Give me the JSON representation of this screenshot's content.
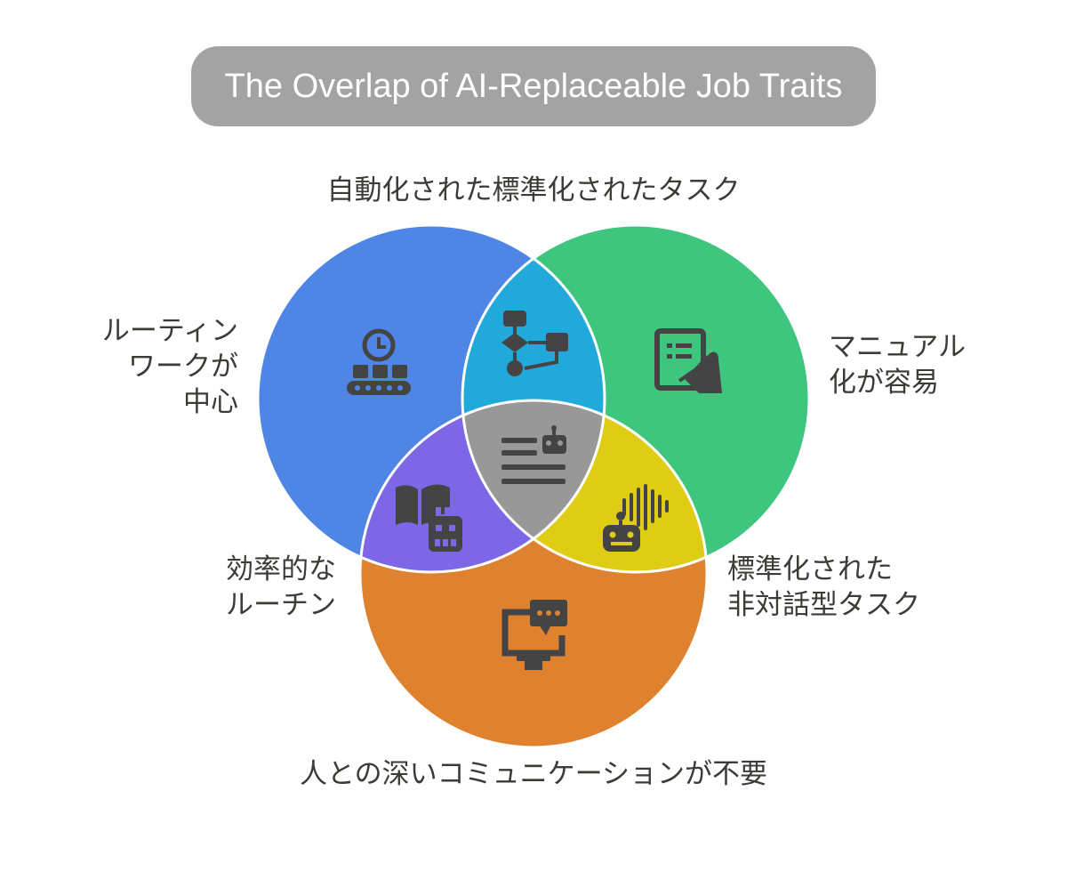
{
  "title": "The Overlap of AI-Replaceable Job Traits",
  "circles": {
    "blue": {
      "color": "#4f86e5"
    },
    "green": {
      "color": "#3ec67f"
    },
    "orange": {
      "color": "#df822f"
    }
  },
  "regions": {
    "blue_green": {
      "color": "#22a9dc"
    },
    "blue_orange": {
      "color": "#7e67e6"
    },
    "green_orange": {
      "color": "#dfcc14"
    },
    "center": {
      "color": "#989898"
    }
  },
  "icon_color": "#444444",
  "labels": {
    "top": "自動化された標準化されたタスク",
    "left_top": [
      "ルーティン",
      "ワークが",
      "中心"
    ],
    "right_top": [
      "マニュアル",
      "化が容易"
    ],
    "left_bottom": [
      "効率的な",
      "ルーチン"
    ],
    "right_bottom": [
      "標準化された",
      "非対話型タスク"
    ],
    "bottom": "人との深いコミュニケーションが不要"
  },
  "icons": {
    "blue": "clock-conveyor-icon",
    "blue_green": "flowchart-icon",
    "green": "manual-writing-icon",
    "center": "robot-document-icon",
    "blue_orange": "book-robot-icon",
    "green_orange": "voice-robot-icon",
    "orange": "monitor-chat-icon"
  }
}
